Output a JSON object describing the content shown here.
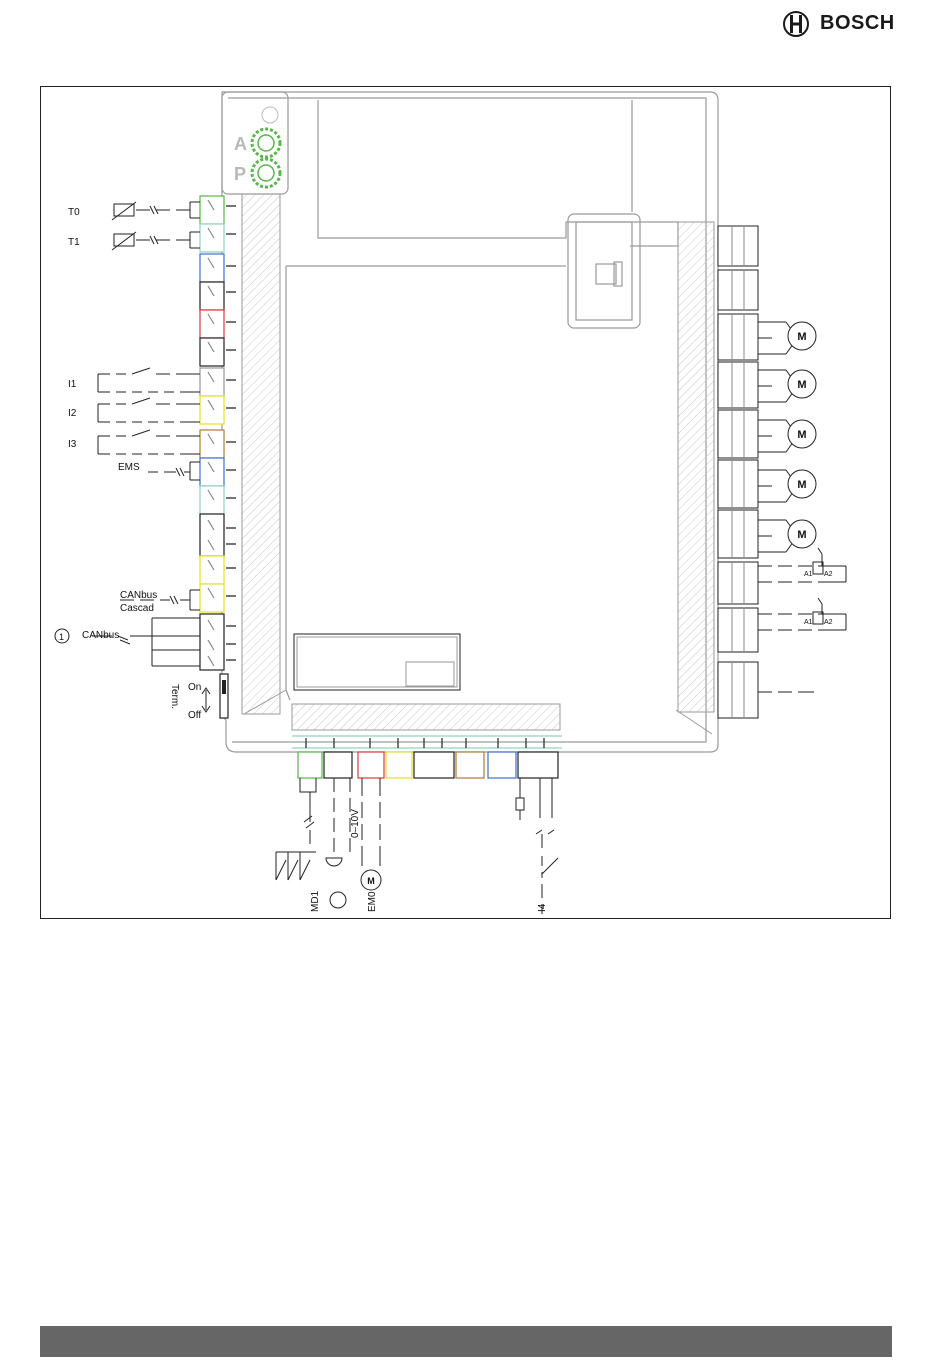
{
  "header": {
    "brand": "BOSCH"
  },
  "diagram": {
    "module_labels": {
      "address": "A",
      "program": "P"
    },
    "left_inputs": {
      "t0": "T0",
      "t1": "T1",
      "i1": "I1",
      "i2": "I2",
      "i3": "I3",
      "ems": "EMS",
      "canbus_cascade_1": "CANbus",
      "canbus_cascade_2": "Cascad",
      "marker": "1",
      "canbus": "CANbus"
    },
    "termination": {
      "label": "Term.",
      "on": "On",
      "off": "Off"
    },
    "right_outputs": {
      "motor_symbol": "M",
      "relay_a1": "A1",
      "relay_a2": "A2"
    },
    "bottom_terminals": {
      "md1": "MD1",
      "signal": "0–10V",
      "em0": "EM0",
      "i4": "I4",
      "motor_symbol": "M"
    }
  },
  "colors": {
    "green": "#55b848",
    "teal": "#8fd3c4",
    "blue": "#3f6fcf",
    "red": "#e03a3a",
    "yellow": "#e7df2a",
    "brown": "#b07a3a",
    "dark": "#222222",
    "frame_gray": "#8a8a8a",
    "footer": "#666666"
  }
}
